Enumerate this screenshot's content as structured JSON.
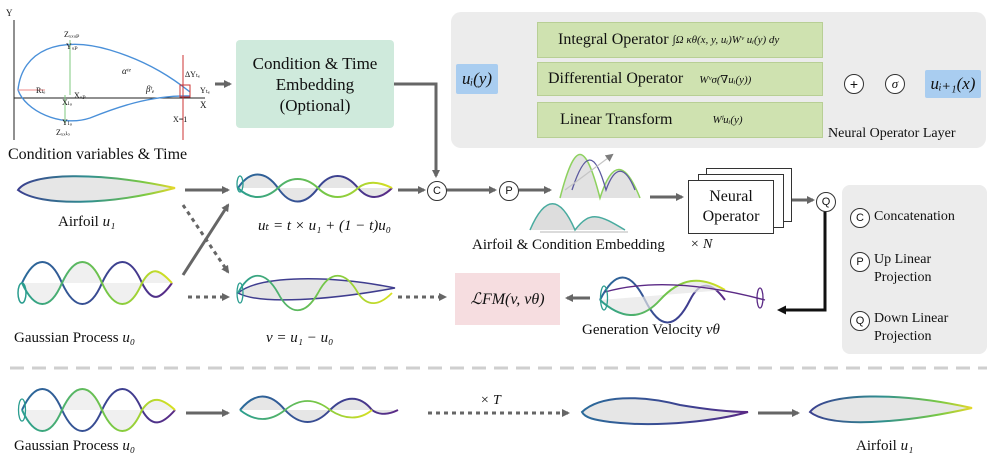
{
  "condition_panel": {
    "caption": "Condition variables & Time",
    "labels": {
      "y_axis": "Y",
      "x_axis": "X",
      "z_xxup": "Zₓₓᵤₚ",
      "y_up": "Yᵤₚ",
      "alpha": "αᵗᵉ",
      "r_le": "Rₗₑ",
      "x_lo": "Xₗₒ",
      "x_up": "Xᵤₚ",
      "y_lo": "Yₗₒ",
      "z_xxlo": "Zₓₓₗₒ",
      "beta": "βᵗₑ",
      "delta_y": "ΔYₜₑ",
      "y_te": "Yₜₑ",
      "x_eq_1": "X=1"
    }
  },
  "embedding_box": {
    "line1": "Condition & Time",
    "line2": "Embedding",
    "line3": "(Optional)"
  },
  "operator_layer": {
    "input": "uᵢ(y)",
    "output": "uᵢ₊₁(x)",
    "integral_label": "Integral Operator",
    "integral_formula": "∫Ω κθ(x, y, uᵢ)Wᵛ uᵢ(y) dy",
    "differential_label": "Differential Operator",
    "differential_formula": "Wᵛσ(∇uᵢ(y))",
    "linear_label": "Linear Transform",
    "linear_formula": "Wˡuᵢ(y)",
    "plus": "+",
    "sigma": "σ",
    "caption": "Neural Operator Layer"
  },
  "training": {
    "airfoil_label": "Airfoil",
    "airfoil_sym": "u₁",
    "gp_label": "Gaussian Process",
    "gp_sym": "u₀",
    "interp_eq": "uₜ = t × u₁ + (1 − t)u₀",
    "velocity_eq": "v = u₁ − u₀",
    "loss": "ℒFM(v, vθ)",
    "embed_caption": "Airfoil & Condition Embedding",
    "times_n": "× N",
    "neural_line1": "Neural",
    "neural_line2": "Operator",
    "gen_velocity_label": "Generation Velocity",
    "gen_velocity_sym": "vθ",
    "node_c": "C",
    "node_p": "P",
    "node_q": "Q"
  },
  "legend": {
    "c_label": "Concatenation",
    "p_label_1": "Up Linear",
    "p_label_2": "Projection",
    "q_label_1": "Down Linear",
    "q_label_2": "Projection"
  },
  "sampling": {
    "gp_label": "Gaussian Process",
    "gp_sym": "u₀",
    "times_t": "× T",
    "airfoil_label": "Airfoil",
    "airfoil_sym": "u₁"
  },
  "colors": {
    "green_box": "#cfe2b0",
    "embedding_box": "#cfeadc",
    "blue_io": "#a9cdf0",
    "loss_box": "#f6dde0",
    "panel_gray": "#ececec",
    "arrow_gray": "#666666"
  }
}
